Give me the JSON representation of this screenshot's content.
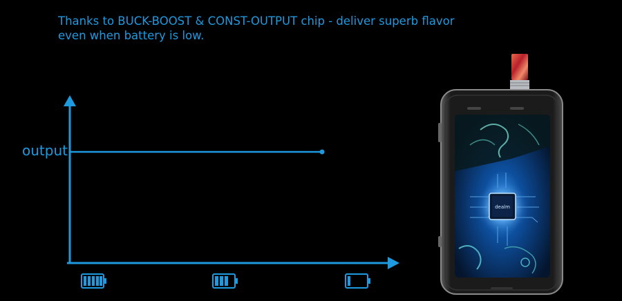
{
  "headline": {
    "line1": "Thanks to BUCK-BOOST & CONST-OUTPUT chip -  deliver superb flavor",
    "line2": "even when battery is low."
  },
  "chart": {
    "y_label": "output"
  },
  "battery_icons": [
    {
      "name": "battery-full-icon",
      "bars": 5
    },
    {
      "name": "battery-half-icon",
      "bars": 3
    },
    {
      "name": "battery-low-icon",
      "bars": 1
    }
  ],
  "device": {
    "chip_label": "dealm"
  },
  "colors": {
    "accent": "#1e9ae0",
    "background": "#000000",
    "device_body": "#1b1b1b",
    "screen_blue": "#0d4f9e"
  }
}
